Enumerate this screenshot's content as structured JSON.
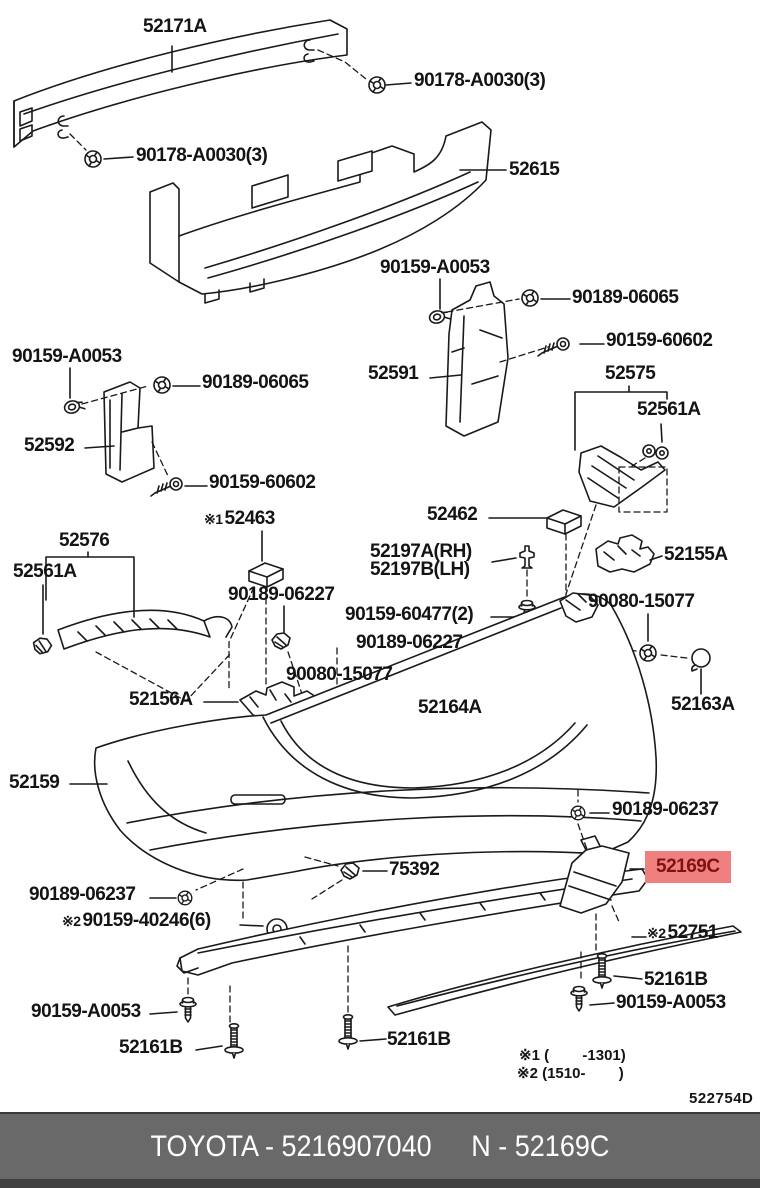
{
  "title": "Toyota rear bumper exploded parts diagram",
  "colors": {
    "line": "#1a1a1a",
    "highlight_bg": "#f08080",
    "highlight_text": "#7e1310",
    "footer_bg": "#696969",
    "footer_text": "#ffffff"
  },
  "labels": [
    {
      "text": "52171A"
    },
    {
      "text": "90178-A0030(3)"
    },
    {
      "text": "90178-A0030(3)"
    },
    {
      "text": "52615"
    },
    {
      "text": "90159-A0053"
    },
    {
      "text": "90189-06065"
    },
    {
      "text": "90159-60602"
    },
    {
      "text": "52591"
    },
    {
      "text": "52575"
    },
    {
      "text": "52561A"
    },
    {
      "text": "90159-A0053"
    },
    {
      "text": "90189-06065"
    },
    {
      "text": "52592"
    },
    {
      "text": "90159-60602"
    },
    {
      "prefix": "※1",
      "text": "52463"
    },
    {
      "text": "52576"
    },
    {
      "text": "52561A"
    },
    {
      "text": "52462"
    },
    {
      "text": "52197A(RH)"
    },
    {
      "text": "52197B(LH)"
    },
    {
      "text": "52155A"
    },
    {
      "text": "90189-06227"
    },
    {
      "text": "90159-60477(2)"
    },
    {
      "text": "90080-15077"
    },
    {
      "text": "90189-06227"
    },
    {
      "text": "90080-15077"
    },
    {
      "text": "52156A"
    },
    {
      "text": "52164A"
    },
    {
      "text": "52163A"
    },
    {
      "text": "52159"
    },
    {
      "text": "90189-06237"
    },
    {
      "text": "75392"
    },
    {
      "text": "52169C"
    },
    {
      "text": "90189-06237"
    },
    {
      "prefix": "※2",
      "text": "90159-40246(6)"
    },
    {
      "prefix": "※2",
      "text": "52751"
    },
    {
      "text": "52161B"
    },
    {
      "text": "90159-A0053"
    },
    {
      "text": "90159-A0053"
    },
    {
      "text": "52161B"
    },
    {
      "text": "52161B"
    }
  ],
  "notes": [
    "※1 (        -1301)",
    "※2 (1510-        )"
  ],
  "diagram_code": "522754D",
  "footer": {
    "left": "TOYOTA - 5216907040",
    "right": "N - 52169C"
  }
}
